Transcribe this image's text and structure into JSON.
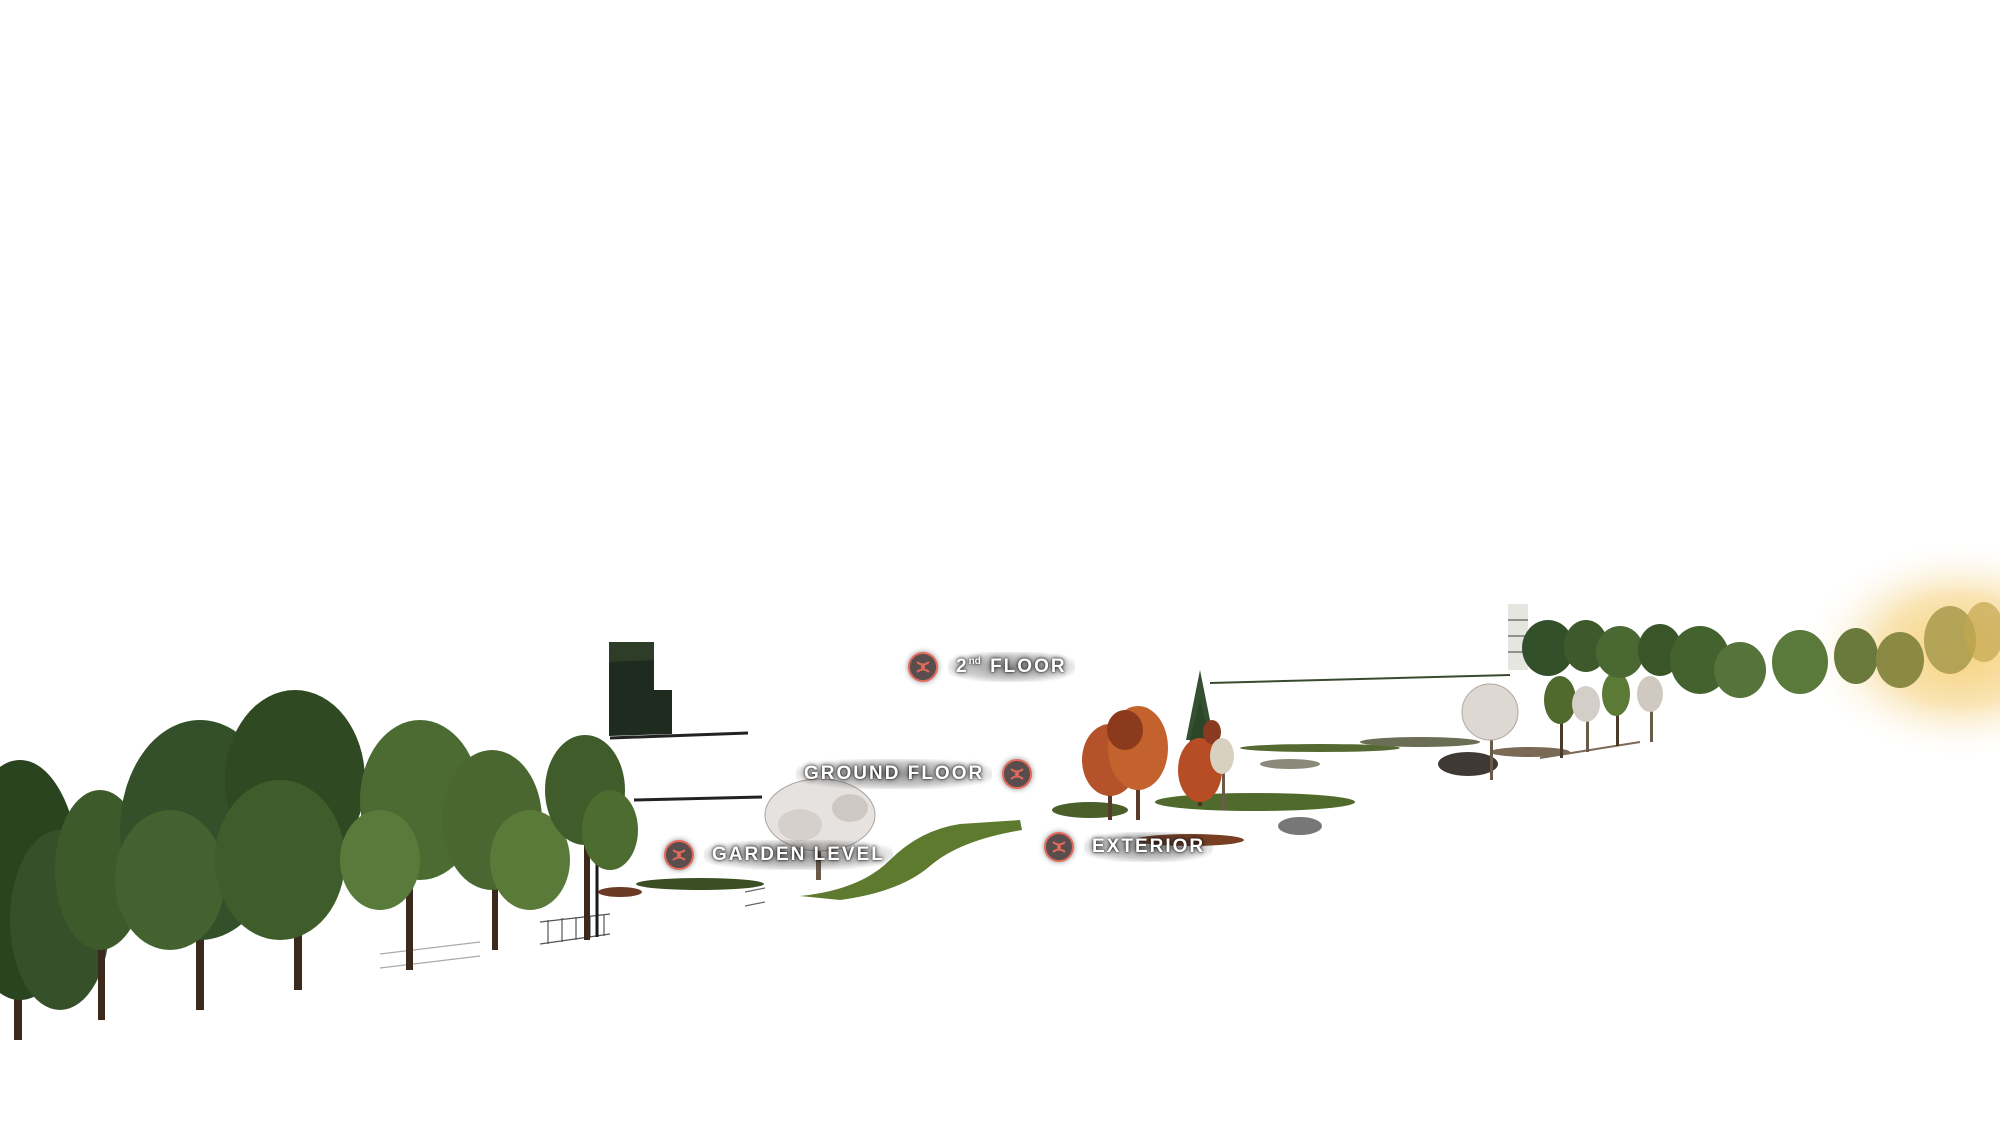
{
  "colors": {
    "background": "#ffffff",
    "marker_fill": "#5a4d4d",
    "marker_ring": "#e46a5c",
    "label_text": "#ffffff",
    "foliage_dark": "#2f4a22",
    "foliage_mid": "#4d6b30",
    "foliage_autumn": "#b4532a",
    "sunlight": "#f2c45a"
  },
  "hotspots": {
    "second_floor": {
      "icon": "level-marker-icon",
      "label_main": "2",
      "label_sup": "nd",
      "label_rest": "FLOOR"
    },
    "ground_floor": {
      "icon": "level-marker-icon",
      "label": "GROUND FLOOR"
    },
    "garden_level": {
      "icon": "level-marker-icon",
      "label": "GARDEN LEVEL"
    },
    "exterior": {
      "icon": "level-marker-icon",
      "label": "EXTERIOR"
    }
  }
}
